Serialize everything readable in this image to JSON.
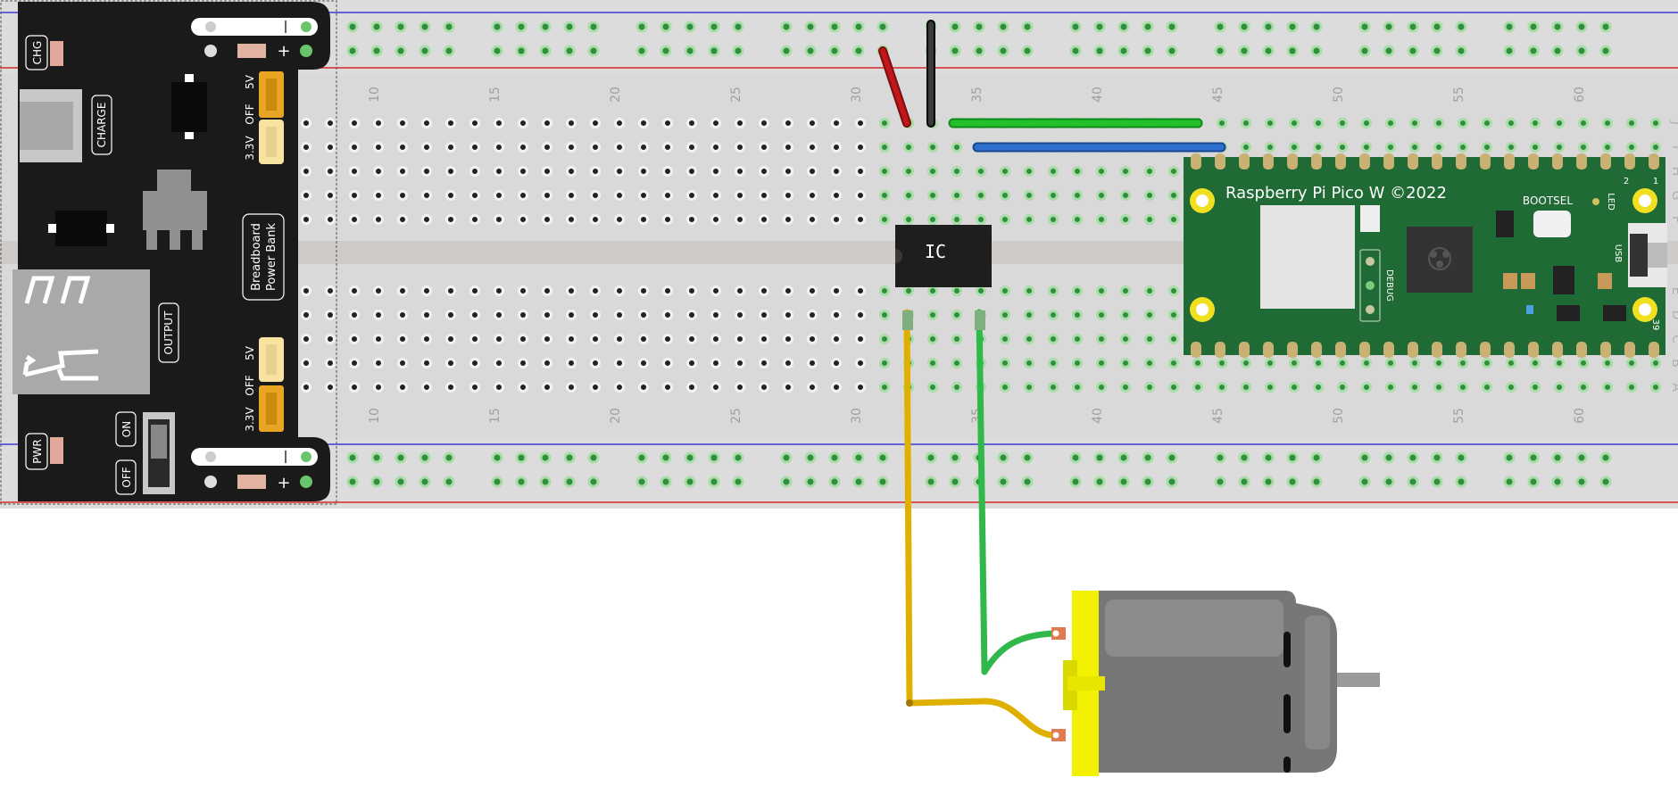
{
  "power_module": {
    "labels": {
      "chg": "CHG",
      "charge": "CHARGE",
      "output": "OUTPUT",
      "pwr": "PWR",
      "on": "ON",
      "off_switch": "OFF",
      "name_line1": "Breadboard",
      "name_line2": "Power Bank",
      "top_5v": "5V",
      "top_off": "OFF",
      "top_33v": "3.3V",
      "bottom_5v": "5V",
      "bottom_off": "OFF",
      "bottom_33v": "3.3V",
      "plus": "+"
    }
  },
  "breadboard": {
    "column_numbers": [
      "10",
      "15",
      "20",
      "25",
      "30",
      "35",
      "40",
      "45",
      "50",
      "55",
      "60"
    ],
    "row_letters_top": [
      "J",
      "I",
      "H",
      "G",
      "F"
    ],
    "row_letters_bottom": [
      "E",
      "D",
      "C",
      "B",
      "A"
    ]
  },
  "ic": {
    "label": "IC"
  },
  "pico": {
    "title": "Raspberry Pi Pico W ©2022",
    "bootsel": "BOOTSEL",
    "led": "LED",
    "usb": "USB",
    "debug": "DEBUG",
    "pin_2": "2",
    "pin_1": "1",
    "pin_39": "39"
  },
  "wires": {
    "red": "#c0181a",
    "black": "#222222",
    "green_jumper": "#22c02a",
    "blue_jumper": "#2f6fd0",
    "yellow": "#f5c800",
    "green_motor": "#30b84a"
  },
  "motor": {
    "body_color": "#7a7a7a",
    "cap_color": "#f2f200"
  },
  "icons": [
    "usb-c-port-icon",
    "usb-a-port-icon",
    "slide-switch-icon",
    "raspberry-logo-icon"
  ]
}
